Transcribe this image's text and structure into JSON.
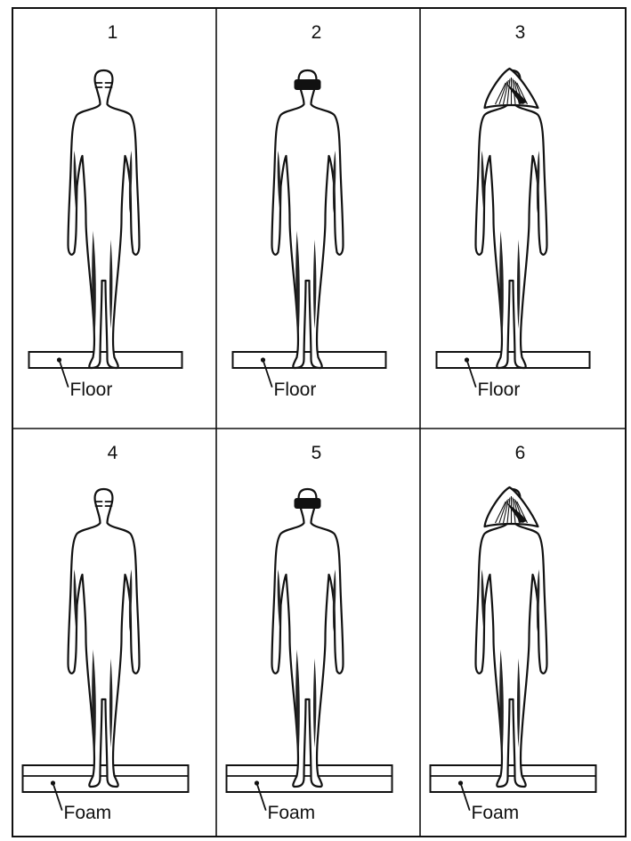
{
  "panels": [
    {
      "number": "1",
      "label": "Floor",
      "head": "none",
      "surface": "floor"
    },
    {
      "number": "2",
      "label": "Floor",
      "head": "band",
      "surface": "floor"
    },
    {
      "number": "3",
      "label": "Floor",
      "head": "dome",
      "surface": "floor"
    },
    {
      "number": "4",
      "label": "Foam",
      "head": "none",
      "surface": "foam"
    },
    {
      "number": "5",
      "label": "Foam",
      "head": "band",
      "surface": "foam"
    },
    {
      "number": "6",
      "label": "Foam",
      "head": "dome",
      "surface": "foam"
    }
  ]
}
